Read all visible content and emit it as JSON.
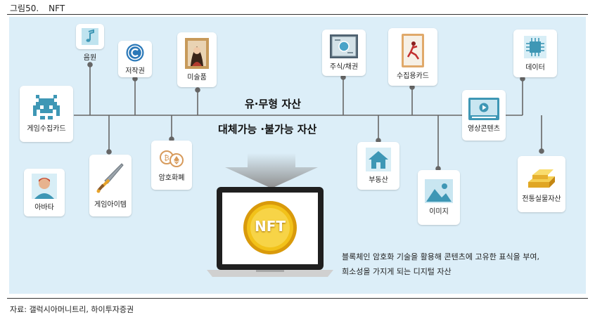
{
  "figure": {
    "number": "그림50.",
    "name": "NFT"
  },
  "diagram": {
    "heading_top": "유·무형 자산",
    "heading_bottom": "대체가능 ·불가능 자산",
    "laptop_label": "NFT",
    "description": [
      "블록체인 암호화 기술을 활용해 콘텐츠에 고유한 표식을 부여,",
      "희소성을 가지게 되는 디지털 자산"
    ],
    "items": {
      "game_card": {
        "label": "게임수집카드",
        "icon": "pixel-monster-icon"
      },
      "music": {
        "label": "음원",
        "icon": "music-note-icon"
      },
      "copyright": {
        "label": "저작권",
        "icon": "copyright-icon"
      },
      "artwork": {
        "label": "미술품",
        "icon": "portrait-icon"
      },
      "stock": {
        "label": "주식/채권",
        "icon": "certificate-icon"
      },
      "collect_card": {
        "label": "수집용카드",
        "icon": "trading-card-icon"
      },
      "data": {
        "label": "데이터",
        "icon": "chip-icon"
      },
      "video": {
        "label": "영상콘텐츠",
        "icon": "video-player-icon"
      },
      "real_estate": {
        "label": "부동산",
        "icon": "house-icon"
      },
      "image": {
        "label": "이미지",
        "icon": "landscape-image-icon"
      },
      "commodity": {
        "label": "전통실물자산",
        "icon": "gold-bar-icon"
      },
      "crypto": {
        "label": "암호화폐",
        "icon": "coins-icon"
      },
      "game_item": {
        "label": "게임아이템",
        "icon": "sword-icon"
      },
      "avatar": {
        "label": "아바타",
        "icon": "avatar-icon"
      }
    }
  },
  "source": "자료: 갤럭시아머니트리, 하이투자증권",
  "colors": {
    "panel": "#dceef8",
    "line": "#666666",
    "accent": "#4aa3c8",
    "coin": "#f2c21a"
  }
}
